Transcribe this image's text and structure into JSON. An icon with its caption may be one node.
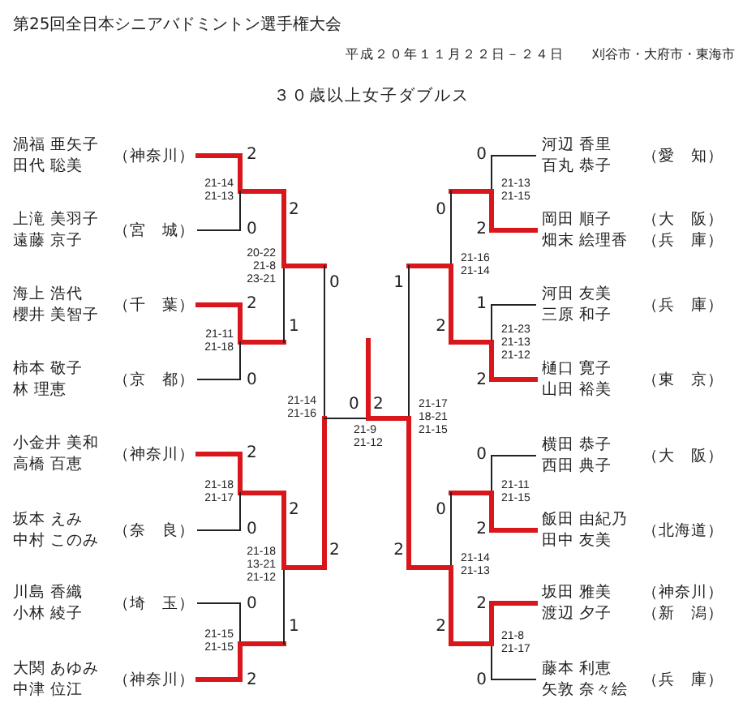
{
  "diagram": {
    "title": "第25回全日本シニアバドミントン選手権大会",
    "nodes": [
      {
        "text": [
          "渦福 亜矢子",
          "田代 聡美",
          "（神奈川）"
        ]
      },
      {
        "text": [
          "上滝 美羽子",
          "遠藤 京子",
          "（宮　城）"
        ]
      },
      {
        "text": [
          "海上 浩代",
          "櫻井 美智子",
          "（千　葉）"
        ]
      },
      {
        "text": [
          "柿本 敬子",
          "林 理恵",
          "（京　都）"
        ]
      },
      {
        "text": [
          "小金井 美和",
          "高橋 百恵",
          "（神奈川）"
        ]
      },
      {
        "text": [
          "坂本 えみ",
          "中村 このみ",
          "（奈　良）"
        ]
      },
      {
        "text": [
          "川島 香織",
          "小林 綾子",
          "（埼　玉）"
        ]
      },
      {
        "text": [
          "大関 あゆみ",
          "中津 位江",
          "（神奈川）"
        ]
      },
      {
        "text": [
          "河辺 香里",
          "百丸 恭子",
          "（愛　知）"
        ]
      },
      {
        "text": [
          "岡田 順子",
          "畑末 絵理香",
          "（大　阪）",
          "（兵　庫）"
        ]
      },
      {
        "text": [
          "河田 友美",
          "三原 和子",
          "（兵　庫）"
        ]
      },
      {
        "text": [
          "樋口 寛子",
          "山田 裕美",
          "（東　京）"
        ]
      },
      {
        "text": [
          "横田 恭子",
          "西田 典子",
          "（大　阪）"
        ]
      },
      {
        "text": [
          "飯田 由紀乃",
          "田中 友美",
          "（北海道）"
        ]
      },
      {
        "text": [
          "坂田 雅美",
          "渡辺 夕子",
          "（神奈川）",
          "（新　潟）"
        ]
      },
      {
        "text": [
          "藤本 利恵",
          "矢敦 奈々絵",
          "（兵　庫）"
        ]
      }
    ],
    "labels": [
      "平成２０年１１月２２日－２４日",
      "刈谷市・大府市・東海市",
      "３０歳以上女子ダブルス",
      "2",
      "21-14 21-13",
      "2",
      "0",
      "20-22 21-8 23-21",
      "0",
      "2",
      "1",
      "21-11 21-18",
      "0",
      "21-14 21-16",
      "0",
      "2",
      "21-9 21-12",
      "2",
      "21-18 21-17",
      "2",
      "0",
      "2",
      "21-18 13-21 21-12",
      "0",
      "1",
      "21-15 21-15",
      "2",
      "0",
      "21-13 21-15",
      "0",
      "2",
      "21-16 21-14",
      "1",
      "1",
      "2",
      "21-23 21-13 21-12",
      "2",
      "21-17 18-21 21-15",
      "0",
      "21-11 21-15",
      "2",
      "0",
      "2",
      "21-14 21-13",
      "2",
      "2",
      "21-8 21-17",
      "0"
    ]
  }
}
